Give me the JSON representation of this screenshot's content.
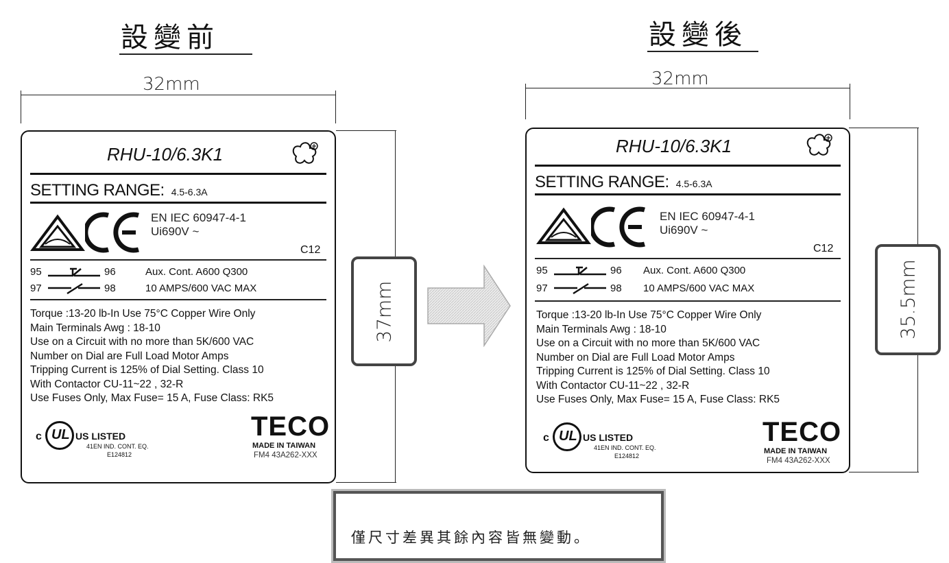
{
  "headings": {
    "before": "設變前",
    "after": "設變後"
  },
  "width_dim": {
    "before": "32mm",
    "after": "32mm"
  },
  "height_dim": {
    "before": "37mm",
    "after": "35.5mm"
  },
  "label": {
    "model": "RHU-10/6.3K1",
    "setting_range_label": "SETTING RANGE:",
    "setting_range_value": "4.5-6.3A",
    "standard_line1": "EN IEC 60947-4-1",
    "standard_line2": "Ui690V ~",
    "category": "C12",
    "aux_row1": {
      "left": "95",
      "right": "96",
      "text": "Aux. Cont. A600 Q300"
    },
    "aux_row2": {
      "left": "97",
      "right": "98",
      "text": "10 AMPS/600 VAC MAX"
    },
    "info_lines": [
      "Torque :13-20  lb-In Use 75°C Copper Wire Only",
      "Main Terminals Awg : 18-10",
      "Use on a Circuit with no more than 5K/600  VAC",
      "Number on Dial are Full Load Motor Amps",
      "Tripping Current is 125% of Dial Setting.   Class 10",
      "With Contactor  CU-11~22 , 32-R",
      "Use Fuses Only, Max Fuse= 15  A, Fuse Class: RK5"
    ],
    "ul_c": "c",
    "ul_mark": "UL",
    "us_listed": "US LISTED",
    "ul_line1": "41EN IND. CONT. EQ.",
    "ul_line2": "E124812",
    "brand": "TECO",
    "made_in": "MADE IN TAIWAN",
    "form_no": "FM4 43A262-XXX"
  },
  "note": "僅尺寸差異其餘內容皆無變動。",
  "colors": {
    "ink": "#111111",
    "box_border": "#444444",
    "arrow_fill": "#e4e4e4"
  }
}
